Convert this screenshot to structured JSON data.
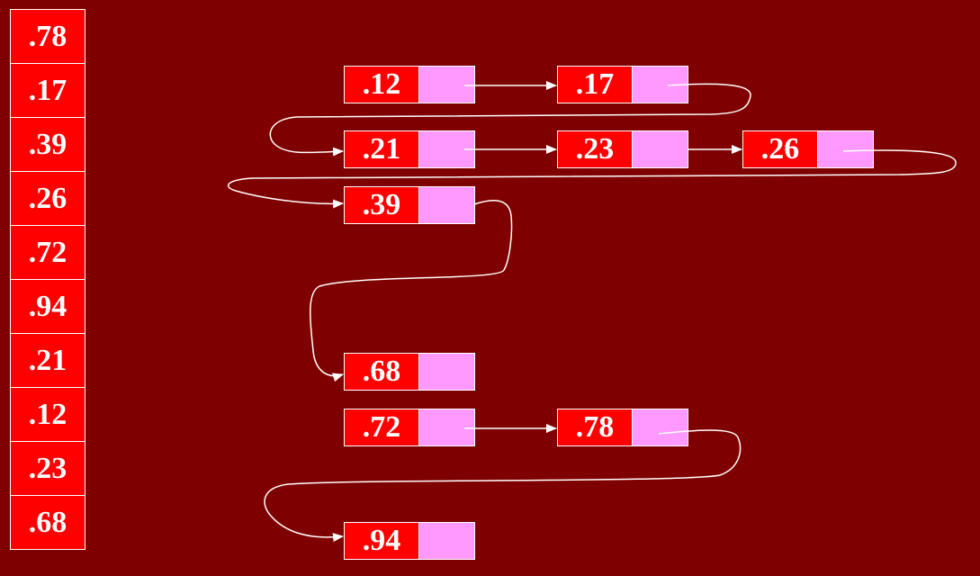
{
  "array": {
    "values": [
      ".78",
      ".17",
      ".39",
      ".26",
      ".72",
      ".94",
      ".21",
      ".12",
      ".23",
      ".68"
    ]
  },
  "nodes": [
    ".12",
    ".17",
    ".21",
    ".23",
    ".26",
    ".39",
    ".68",
    ".72",
    ".78",
    ".94"
  ],
  "colors": {
    "background": "#7f0000",
    "node_value": "#ff0000",
    "node_pointer": "#ff99ff",
    "outline": "#ffffff"
  }
}
